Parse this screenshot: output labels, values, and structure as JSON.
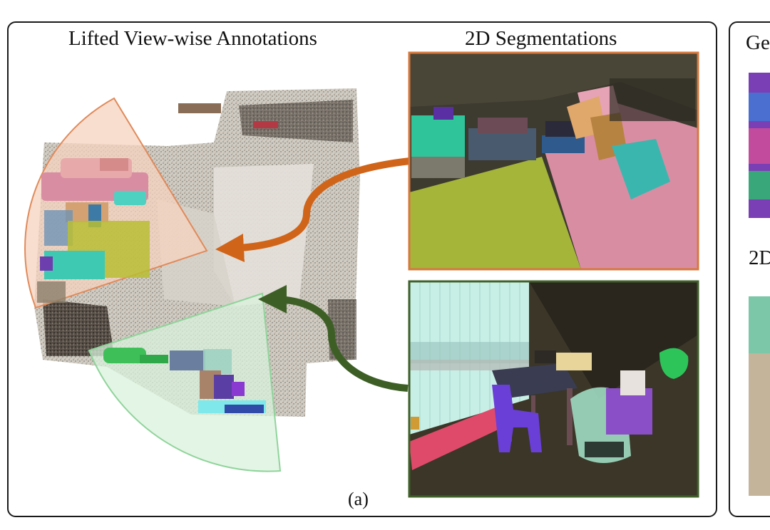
{
  "panel_a": {
    "title_left": "Lifted View-wise Annotations",
    "title_right": "2D Segmentations",
    "caption": "(a)"
  },
  "panel_b": {
    "title_top": "Ge",
    "title_mid": "2D"
  },
  "colors": {
    "orange_frustum": "#e08a5a",
    "green_frustum": "#8fd49a",
    "orange_arrow": "#d06418",
    "green_arrow": "#3d5f25",
    "orange_border": "#d6783e",
    "green_border": "#40602a",
    "floor_green": "#a0b23a",
    "sofa_pink": "#d98da3"
  }
}
